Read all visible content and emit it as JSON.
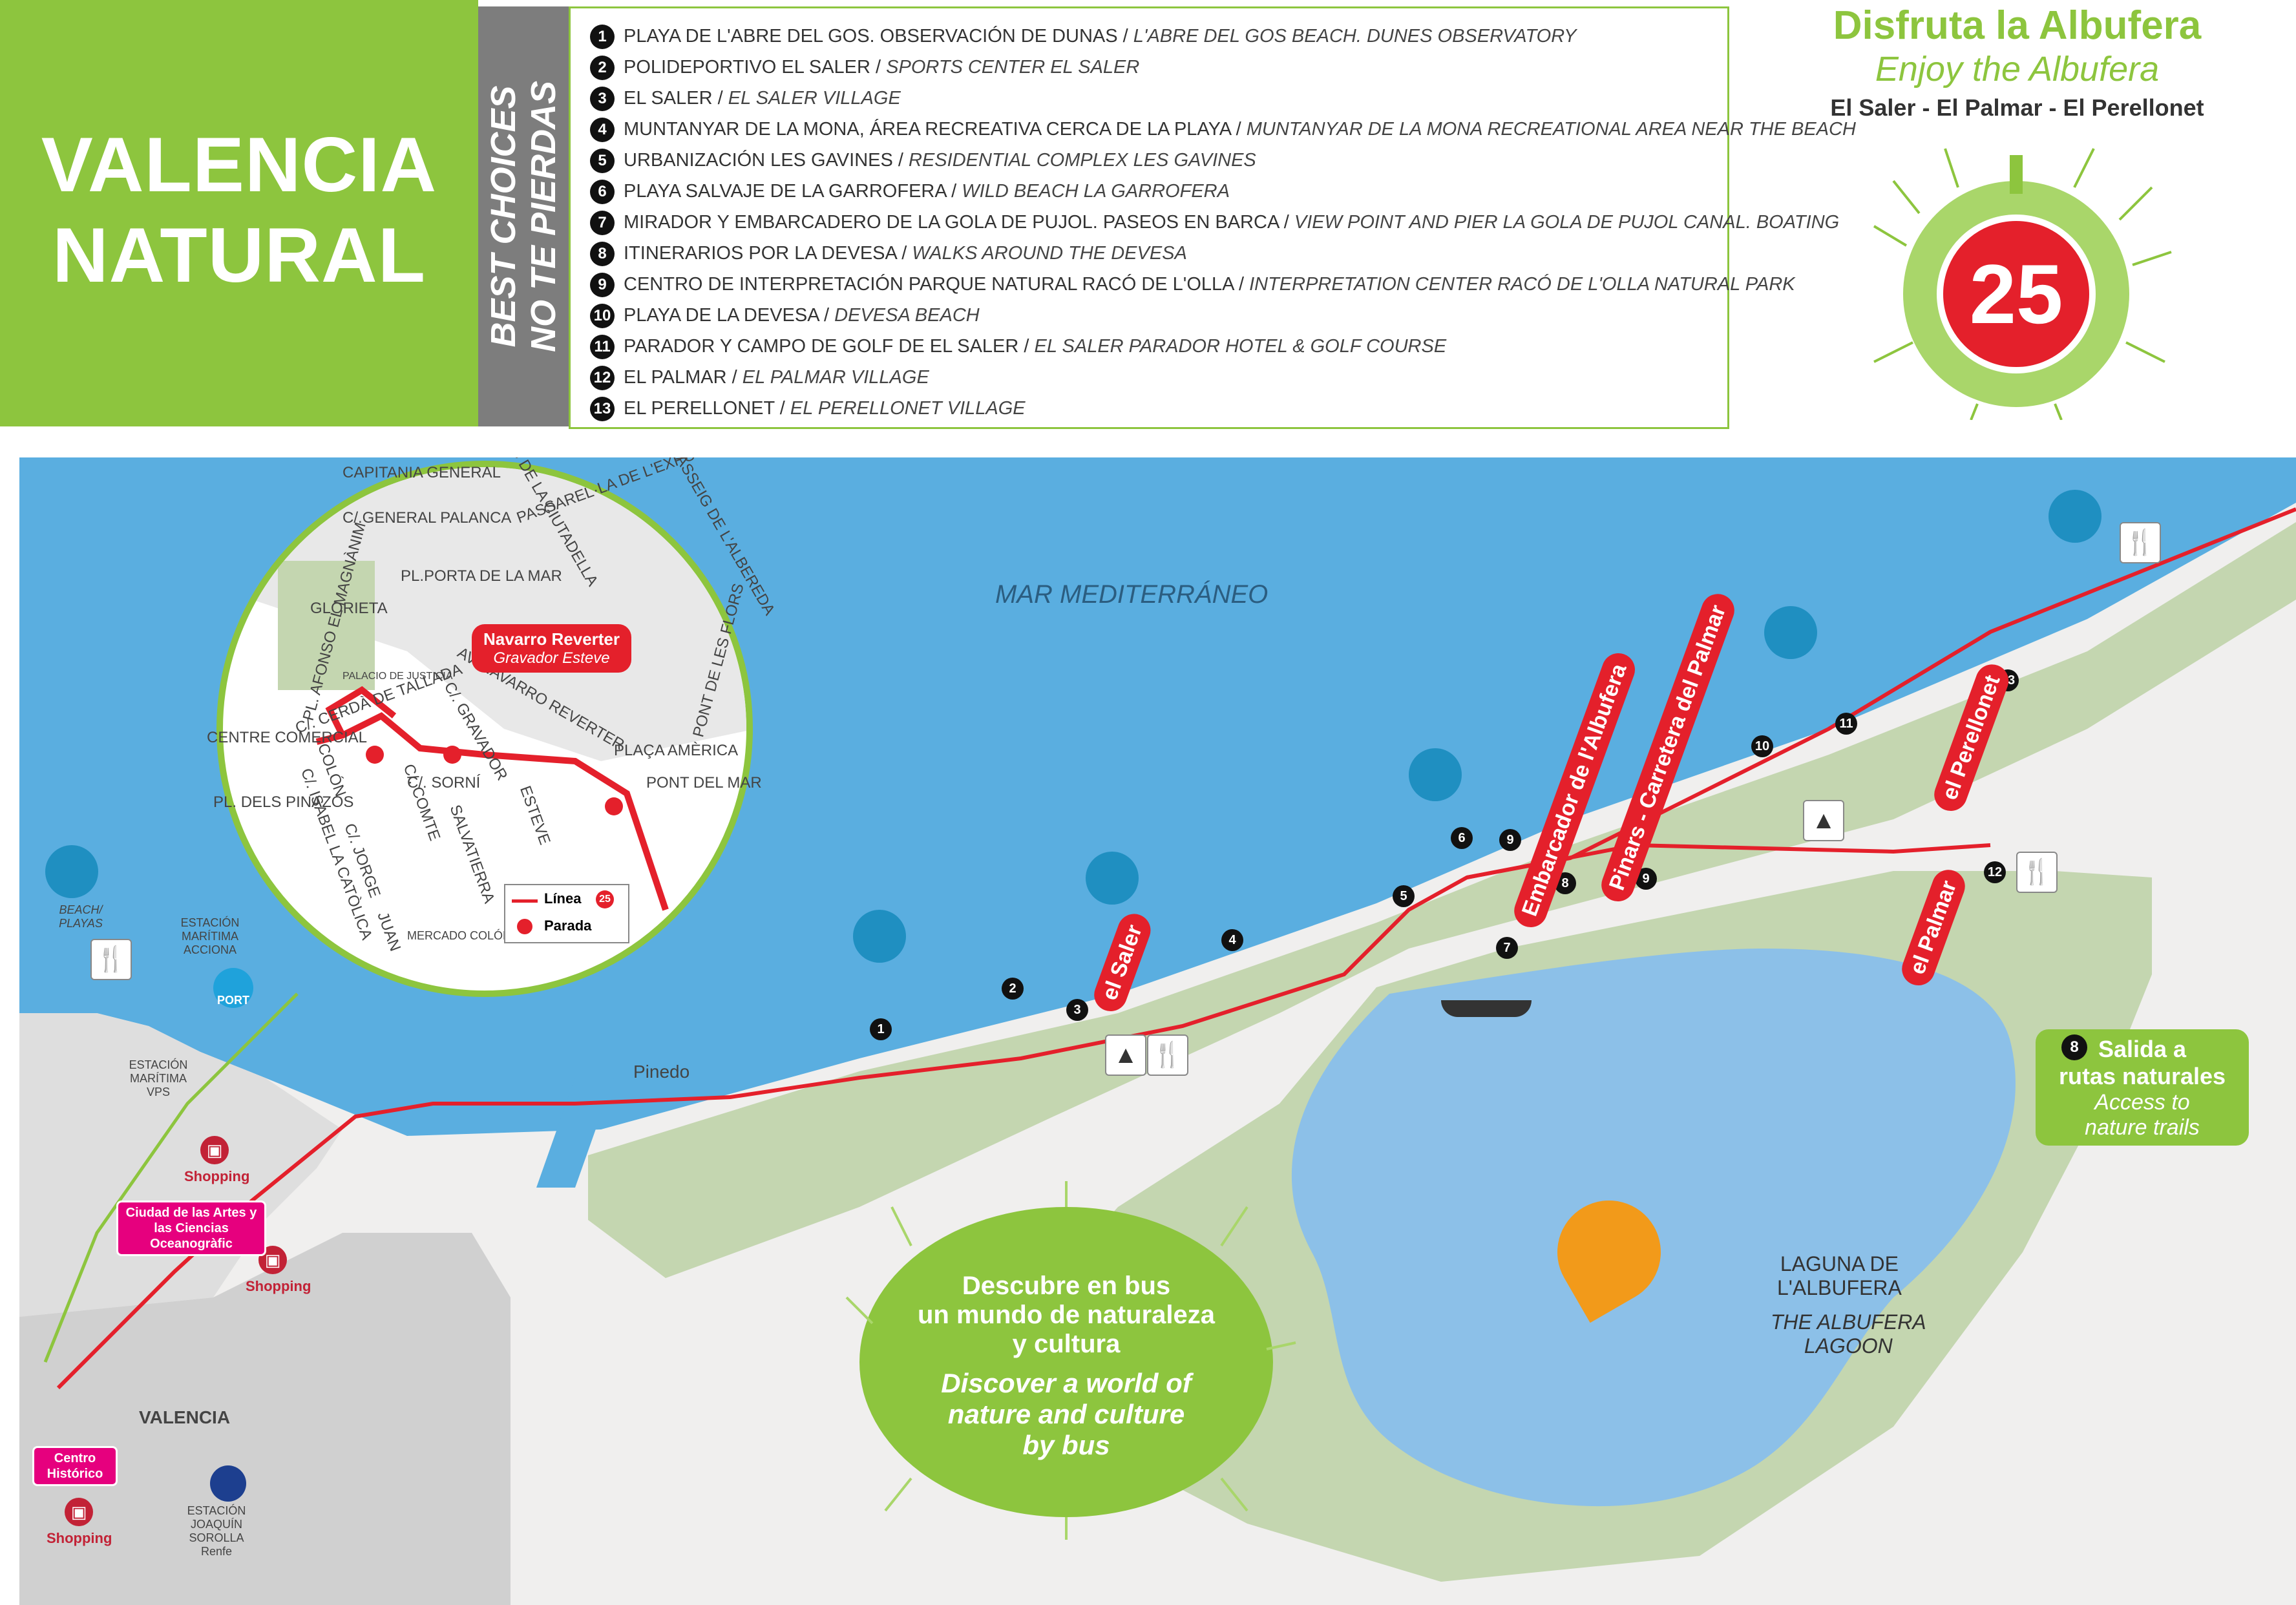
{
  "header": {
    "title_line1": "VALENCIA",
    "title_line2": "NATURAL",
    "band_line1": "BEST CHOICES",
    "band_line2": "NO TE PIERDAS",
    "enjoy_es": "Disfruta la Albufera",
    "enjoy_en": "Enjoy the Albufera",
    "enjoy_places": "El Saler - El Palmar - El Perellonet",
    "line_number": "25"
  },
  "choices": [
    {
      "num": "1",
      "es": "PLAYA DE L'ABRE DEL GOS. OBSERVACIÓN DE DUNAS / ",
      "en": "L'ABRE DEL GOS BEACH. DUNES OBSERVATORY"
    },
    {
      "num": "2",
      "es": "POLIDEPORTIVO EL SALER / ",
      "en": "SPORTS CENTER EL SALER"
    },
    {
      "num": "3",
      "es": "EL SALER / ",
      "en": "EL SALER VILLAGE"
    },
    {
      "num": "4",
      "es": "MUNTANYAR DE LA MONA, ÁREA RECREATIVA CERCA DE LA PLAYA / ",
      "en": "MUNTANYAR DE LA MONA RECREATIONAL AREA NEAR THE BEACH"
    },
    {
      "num": "5",
      "es": "URBANIZACIÓN LES GAVINES / ",
      "en": "RESIDENTIAL COMPLEX LES GAVINES"
    },
    {
      "num": "6",
      "es": "PLAYA SALVAJE DE LA GARROFERA / ",
      "en": "WILD BEACH LA GARROFERA"
    },
    {
      "num": "7",
      "es": "MIRADOR Y EMBARCADERO DE LA GOLA DE PUJOL. PASEOS EN BARCA / ",
      "en": "VIEW POINT AND PIER LA GOLA DE PUJOL CANAL. BOATING"
    },
    {
      "num": "8",
      "es": "ITINERARIOS POR LA DEVESA / ",
      "en": "WALKS AROUND THE DEVESA"
    },
    {
      "num": "9",
      "es": "CENTRO DE INTERPRETACIÓN PARQUE NATURAL RACÓ DE L'OLLA / ",
      "en": "INTERPRETATION CENTER RACÓ DE L'OLLA NATURAL PARK"
    },
    {
      "num": "10",
      "es": "PLAYA DE LA DEVESA / ",
      "en": "DEVESA BEACH"
    },
    {
      "num": "11",
      "es": "PARADOR Y CAMPO DE GOLF DE EL SALER / ",
      "en": "EL SALER PARADOR HOTEL & GOLF COURSE"
    },
    {
      "num": "12",
      "es": "EL PALMAR / ",
      "en": "EL PALMAR VILLAGE"
    },
    {
      "num": "13",
      "es": "EL PERELLONET / ",
      "en": "EL PERELLONET VILLAGE"
    }
  ],
  "map": {
    "sea_label": "MAR MEDITERRÁNEO",
    "lagoon_es_1": "LAGUNA DE",
    "lagoon_es_2": "L'ALBUFERA",
    "lagoon_en_1": "THE ALBUFERA",
    "lagoon_en_2": "LAGOON",
    "pinedo": "Pinedo",
    "valencia": "VALENCIA",
    "beach_playas": "BEACH/ PLAYAS",
    "estacion_acciona": "ESTACIÓN MARÍTIMA ACCIONA",
    "port": "PORT",
    "estacion_vps": "ESTACIÓN MARÍTIMA VPS",
    "estacion_renfe": "ESTACIÓN JOAQUÍN SOROLLA Renfe",
    "shopping": "Shopping",
    "ciudad_artes": "Ciudad de las Artes y las Ciencias Oceanogràfic",
    "centro_historico": "Centro Histórico",
    "stops": {
      "el_saler": "el Saler",
      "embarcador": "Embarcador de l'Albufera",
      "pinars": "Pinars - Carretera del Palmar",
      "el_perellonet": "el Perellonet",
      "el_palmar": "el Palmar"
    },
    "nature_box": {
      "num": "8",
      "es_1": "Salida a",
      "es_2": "rutas naturales",
      "en_1": "Access to",
      "en_2": "nature trails"
    },
    "bubble": {
      "es_1": "Descubre en bus",
      "es_2": "un mundo de naturaleza",
      "es_3": "y cultura",
      "en_1": "Discover a world of",
      "en_2": "nature and culture",
      "en_3": "by bus"
    }
  },
  "inset": {
    "stop_name": "Navarro Reverter",
    "stop_sub": "Gravador Esteve",
    "legend_linea": "Línea",
    "legend_line_num": "25",
    "legend_parada": "Parada",
    "streets": {
      "capitania": "CAPITANIA GENERAL",
      "general_palanca": "C/.GENERAL PALANCA",
      "passeig_ciutadella": "PASSEIG DE LA CIUTADELLA",
      "passarel": "PASSAREL·LA DE L'EXPOSICIÓ",
      "passeig_albereda": "PASSEIG DE L'ALBEREDA",
      "pl_porta_mar": "PL.PORTA DE LA MAR",
      "glorieta": "GLORIETA",
      "afonso": "PL. AFONSO EL MAGNÀNIM",
      "palacio": "PALACIO DE JUSTICIA",
      "av_navarro": "AV. NAVARRO REVERTER",
      "gravador": "C/. GRAVADOR",
      "cerda": "C/. CERDÀ DE TALLADA",
      "pont_flors": "PONT DE LES FLORS",
      "placa_america": "PLAÇA AMÈRICA",
      "pont_mar": "PONT DEL MAR",
      "centre_comercial": "CENTRE COMERCIAL",
      "colon": "COLÓN",
      "sorni": "C/. SORNÍ",
      "esteve": "ESTEVE",
      "comte": "C/. COMTE",
      "salvatierra": "SALVATIERRA",
      "pinazos": "PL. DELS PINAZOS",
      "isabel": "C/. ISABEL LA CATÒLICA",
      "jorge": "C/. JORGE",
      "juan": "JUAN",
      "mercado": "MERCADO COLÓN"
    }
  },
  "colors": {
    "green": "#8dc53e",
    "grey": "#7d7d7d",
    "red": "#e4202b",
    "sea": "#5aaee0",
    "land": "#c4d6b0",
    "lagoon": "#8cc0e8",
    "magenta": "#e6007e"
  }
}
